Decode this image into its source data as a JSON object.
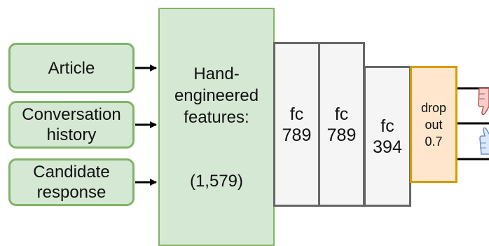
{
  "inputs": {
    "article": [
      "Article"
    ],
    "history": [
      "Conversation",
      "history"
    ],
    "response": [
      "Candidate",
      "response"
    ]
  },
  "features": {
    "title_lines": [
      "Hand-",
      "engineered",
      "features:"
    ],
    "dims": "(1,579)"
  },
  "layers": [
    {
      "name": "fc",
      "size": "789"
    },
    {
      "name": "fc",
      "size": "789"
    },
    {
      "name": "fc",
      "size": "394"
    }
  ],
  "dropout": {
    "lines": [
      "drop",
      "out",
      "0.7"
    ]
  },
  "outputs": {
    "thumbs_down_icon": "thumbs-down-icon",
    "thumbs_up_icon": "thumbs-up-icon"
  },
  "colors": {
    "input_fill": "#d5e8d4",
    "input_stroke": "#82b366",
    "fc_fill": "#f5f5f5",
    "fc_stroke": "#666666",
    "dropout_fill": "#ffe6cc",
    "dropout_stroke": "#d79b00",
    "thumbs_down": "#f8cecc",
    "thumbs_down_stroke": "#b85450",
    "thumbs_up": "#6c8ebf",
    "thumbs_up_fill": "#dae8fc"
  }
}
